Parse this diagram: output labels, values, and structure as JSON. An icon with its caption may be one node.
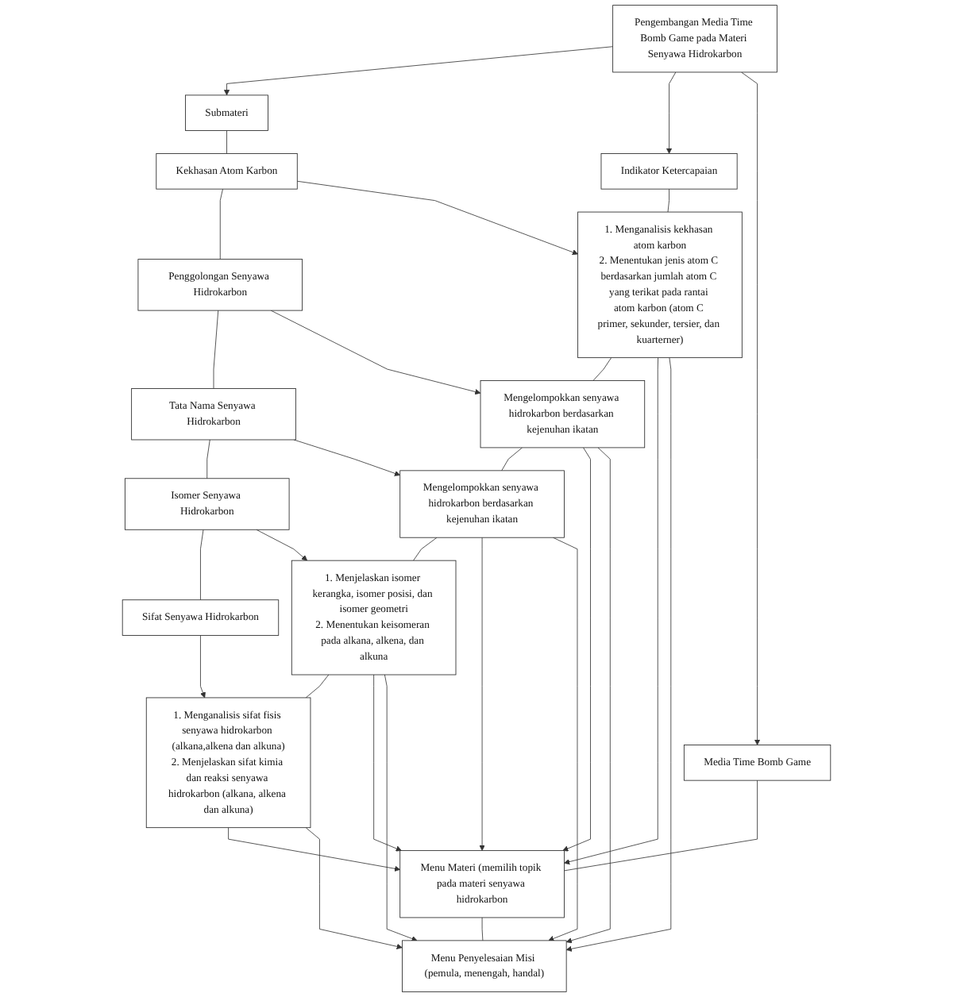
{
  "diagram": {
    "nodes": [
      {
        "text": [
          "Pengembangan Media Time Bomb Game pada Materi Senyawa Hidrokarbon"
        ]
      },
      {
        "text": [
          "Submateri"
        ]
      },
      {
        "text": [
          "Indikator Ketercapaian"
        ]
      },
      {
        "text": [
          "Media Time Bomb Game"
        ]
      },
      {
        "text": [
          "Kekhasan Atom Karbon"
        ]
      },
      {
        "text": [
          "1. Menganalisis kekhasan atom karbon",
          "2. Menentukan jenis atom C berdasarkan jumlah atom C yang terikat pada rantai atom karbon (atom C primer, sekunder, tersier, dan kuarterner)"
        ]
      },
      {
        "text": [
          "Menu Materi (memilih topik pada materi senyawa hidrokarbon"
        ]
      },
      {
        "text": [
          "Penggolongan Senyawa Hidrokarbon"
        ]
      },
      {
        "text": [
          "Mengelompokkan senyawa hidrokarbon berdasarkan kejenuhan ikatan"
        ]
      },
      {
        "text": [
          "Menu Penyelesaian Misi (pemula, menengah, handal)"
        ]
      },
      {
        "text": [
          "Tata Nama Senyawa Hidrokarbon"
        ]
      },
      {
        "text": [
          "Mengelompokkan senyawa hidrokarbon berdasarkan kejenuhan ikatan"
        ]
      },
      {
        "text": [
          "Isomer Senyawa Hidrokarbon"
        ]
      },
      {
        "text": [
          "1. Menjelaskan isomer kerangka, isomer posisi, dan isomer geometri",
          "2. Menentukan keisomeran pada alkana, alkena, dan alkuna"
        ]
      },
      {
        "text": [
          "Sifat Senyawa Hidrokarbon"
        ]
      },
      {
        "text": [
          "1. Menganalisis sifat fisis senyawa hidrokarbon (alkana,alkena dan alkuna)",
          "2. Menjelaskan sifat kimia dan reaksi senyawa hidrokarbon (alkana, alkena dan alkuna)"
        ]
      }
    ],
    "edges": [
      {
        "from": 0,
        "to": 1,
        "arrow": "to"
      },
      {
        "from": 0,
        "to": 2,
        "arrow": "to"
      },
      {
        "from": 0,
        "to": 3,
        "arrow": "to"
      },
      {
        "from": 1,
        "to": 4,
        "arrow": "none"
      },
      {
        "from": 4,
        "to": 7,
        "arrow": "none"
      },
      {
        "from": 7,
        "to": 10,
        "arrow": "none"
      },
      {
        "from": 10,
        "to": 12,
        "arrow": "none"
      },
      {
        "from": 12,
        "to": 14,
        "arrow": "none"
      },
      {
        "from": 2,
        "to": 5,
        "arrow": "none"
      },
      {
        "from": 5,
        "to": 8,
        "arrow": "none"
      },
      {
        "from": 8,
        "to": 11,
        "arrow": "none"
      },
      {
        "from": 11,
        "to": 13,
        "arrow": "none"
      },
      {
        "from": 13,
        "to": 15,
        "arrow": "none"
      },
      {
        "from": 3,
        "to": 6,
        "arrow": "none"
      },
      {
        "from": 6,
        "to": 9,
        "arrow": "none"
      },
      {
        "from": 4,
        "to": 5,
        "arrow": "to"
      },
      {
        "from": 7,
        "to": 8,
        "arrow": "to"
      },
      {
        "from": 10,
        "to": 11,
        "arrow": "to"
      },
      {
        "from": 12,
        "to": 13,
        "arrow": "to"
      },
      {
        "from": 14,
        "to": 15,
        "arrow": "to"
      },
      {
        "from": 5,
        "to": 6,
        "arrow": "to"
      },
      {
        "from": 5,
        "to": 9,
        "arrow": "to"
      },
      {
        "from": 8,
        "to": 6,
        "arrow": "to"
      },
      {
        "from": 8,
        "to": 9,
        "arrow": "to"
      },
      {
        "from": 11,
        "to": 6,
        "arrow": "to"
      },
      {
        "from": 11,
        "to": 9,
        "arrow": "to"
      },
      {
        "from": 13,
        "to": 6,
        "arrow": "to"
      },
      {
        "from": 13,
        "to": 9,
        "arrow": "to"
      },
      {
        "from": 15,
        "to": 6,
        "arrow": "to"
      },
      {
        "from": 15,
        "to": 9,
        "arrow": "to"
      }
    ]
  }
}
